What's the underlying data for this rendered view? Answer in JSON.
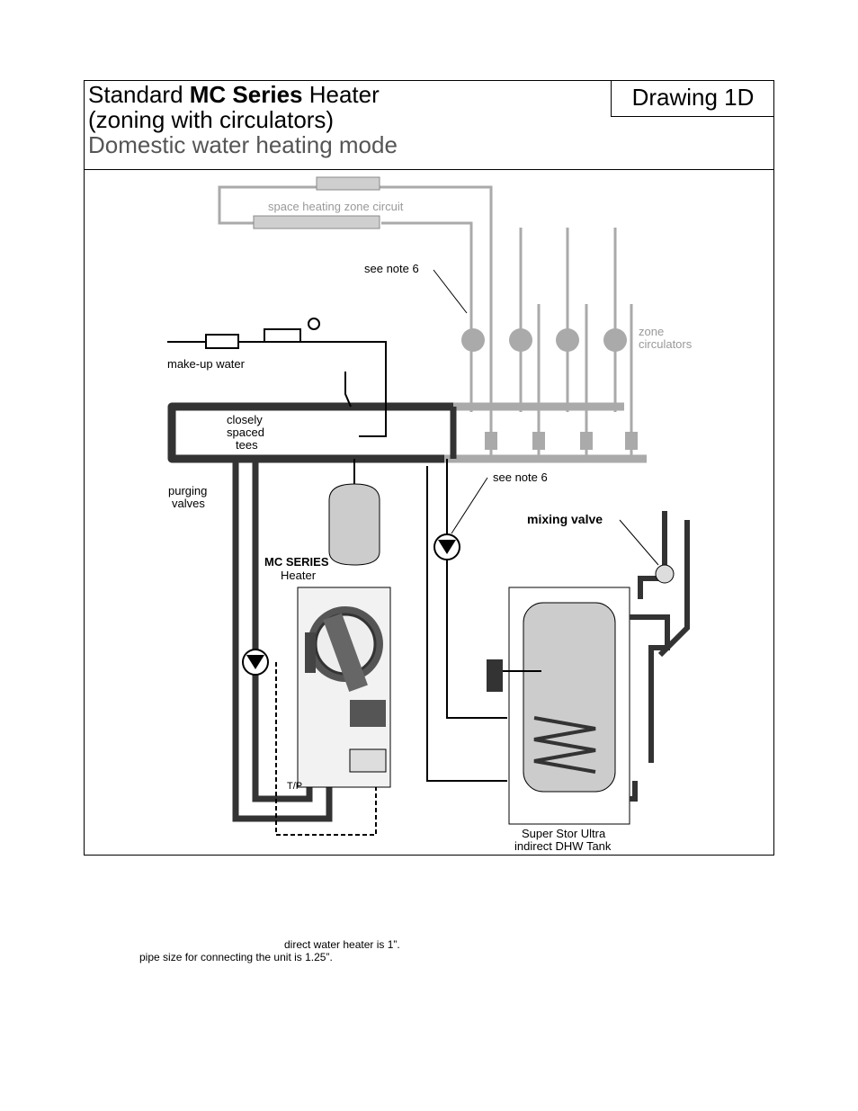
{
  "title": {
    "line1_prefix": "Standard",
    "line1_bold": "MC Series",
    "line1_suffix": "Heater",
    "line2": "(zoning with circulators)",
    "line3": "Domestic water heating mode",
    "drawing": "Drawing 1D"
  },
  "labels": {
    "space_heating": "space heating zone circuit",
    "see_note_6_top": "see note 6",
    "see_note_6_mid": "see note 6",
    "makeup_water": "make-up water",
    "zone_circulators_1": "zone",
    "zone_circulators_2": "circulators",
    "closely_1": "closely",
    "closely_2": "spaced",
    "closely_3": "tees",
    "purging_1": "purging",
    "purging_2": "valves",
    "mc_series": "MC SERIES",
    "heater": "Heater",
    "mixing_valve": "mixing valve",
    "tp": "T/P",
    "tank_1": "Super Stor Ultra",
    "tank_2": "indirect DHW Tank"
  },
  "notes": {
    "line1": "direct water heater is 1”.",
    "line2": "pipe size for connecting the unit is 1.25”."
  },
  "colors": {
    "pipe_dark": "#333333",
    "pipe_light": "#aaaaaa",
    "tank_fill": "#cccccc"
  }
}
